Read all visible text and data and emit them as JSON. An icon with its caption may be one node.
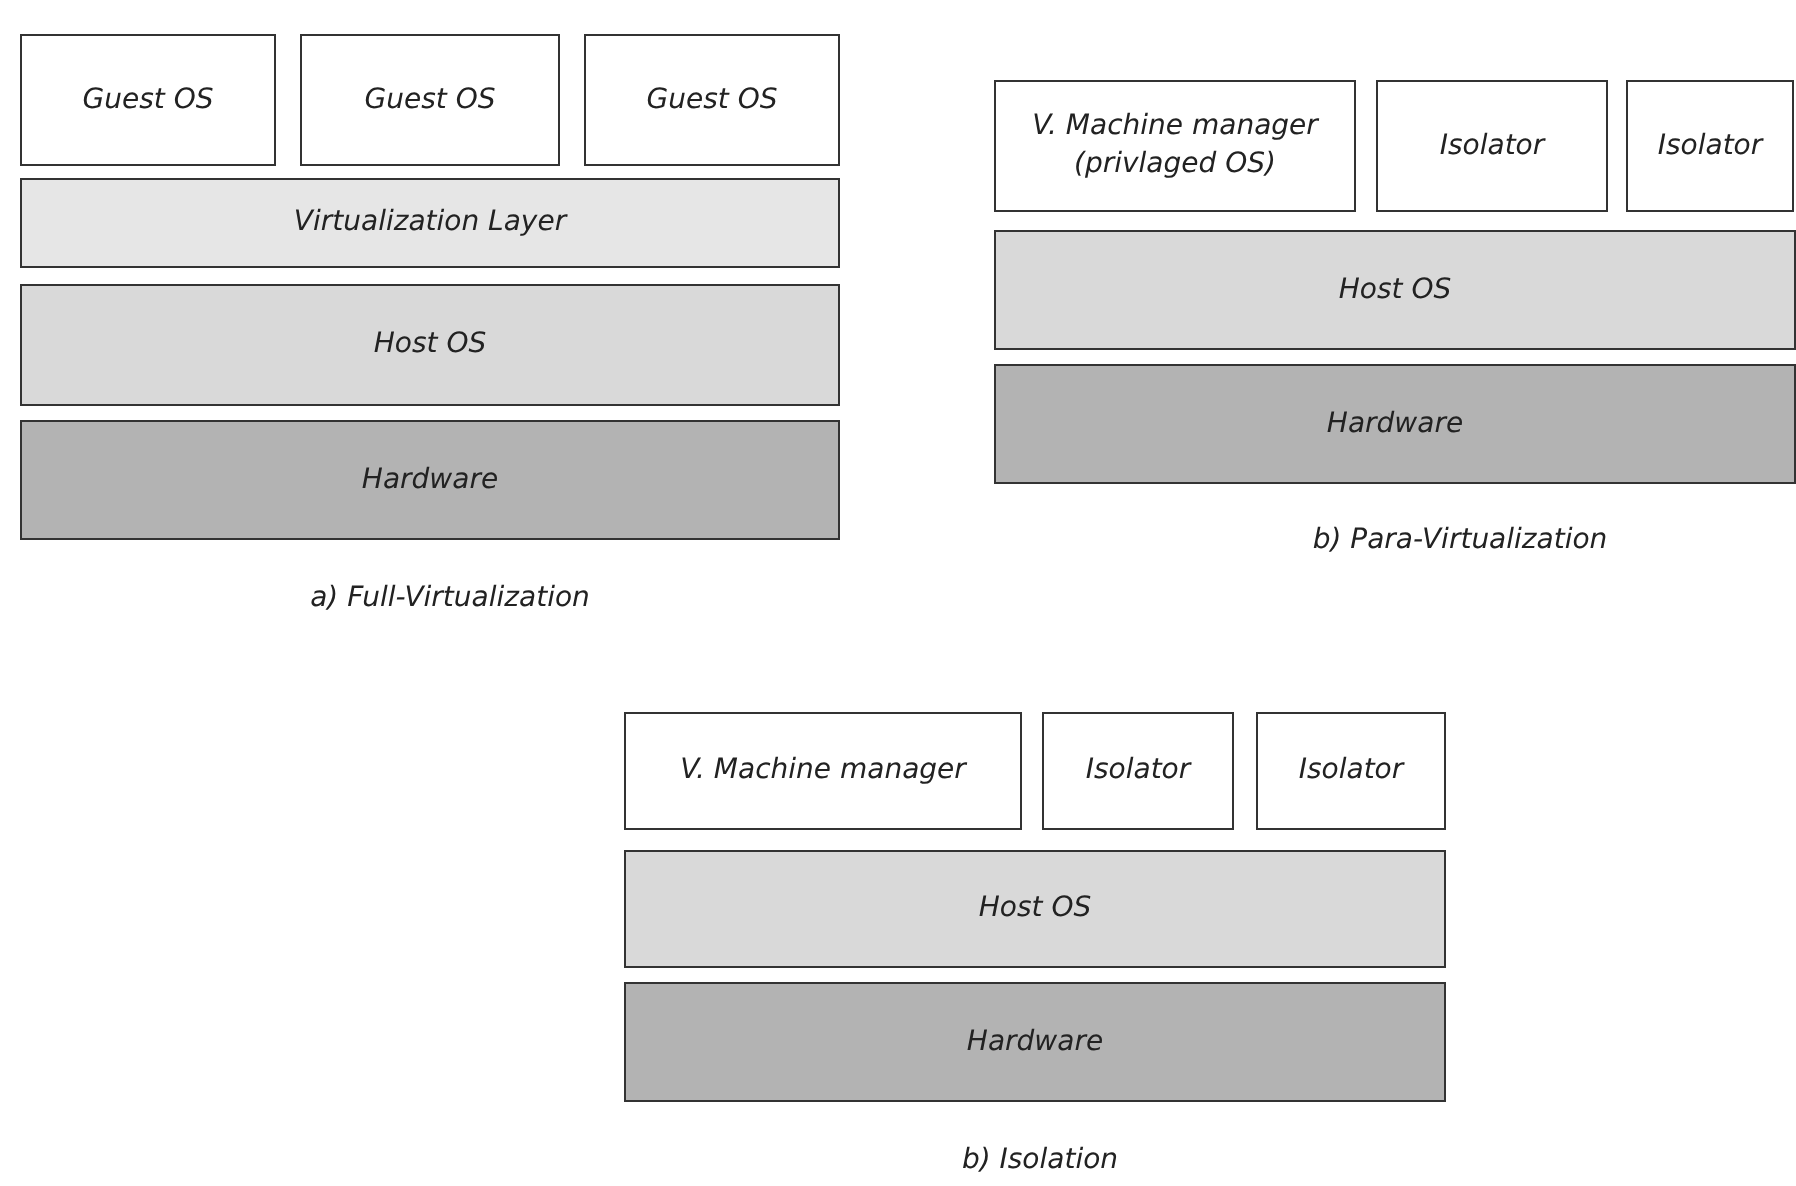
{
  "diagram": {
    "nodes": [
      {
        "text": [
          "Guest OS"
        ]
      },
      {
        "text": [
          "Guest OS"
        ]
      },
      {
        "text": [
          "Guest OS"
        ]
      },
      {
        "text": [
          "Virtualization Layer"
        ]
      },
      {
        "text": [
          "Host OS"
        ]
      },
      {
        "text": [
          "Hardware"
        ]
      },
      {
        "text": [
          "V. Machine manager (privlaged OS)"
        ]
      },
      {
        "text": [
          "Isolator"
        ]
      },
      {
        "text": [
          "Isolator"
        ]
      },
      {
        "text": [
          "Host OS"
        ]
      },
      {
        "text": [
          "Hardware"
        ]
      },
      {
        "text": [
          "V. Machine manager"
        ]
      },
      {
        "text": [
          "Isolator"
        ]
      },
      {
        "text": [
          "Isolator"
        ]
      },
      {
        "text": [
          "Host OS"
        ]
      },
      {
        "text": [
          "Hardware"
        ]
      }
    ],
    "labels": [
      "b) Para-Virtualization",
      "a) Full-Virtualization",
      "b) Isolation"
    ]
  }
}
